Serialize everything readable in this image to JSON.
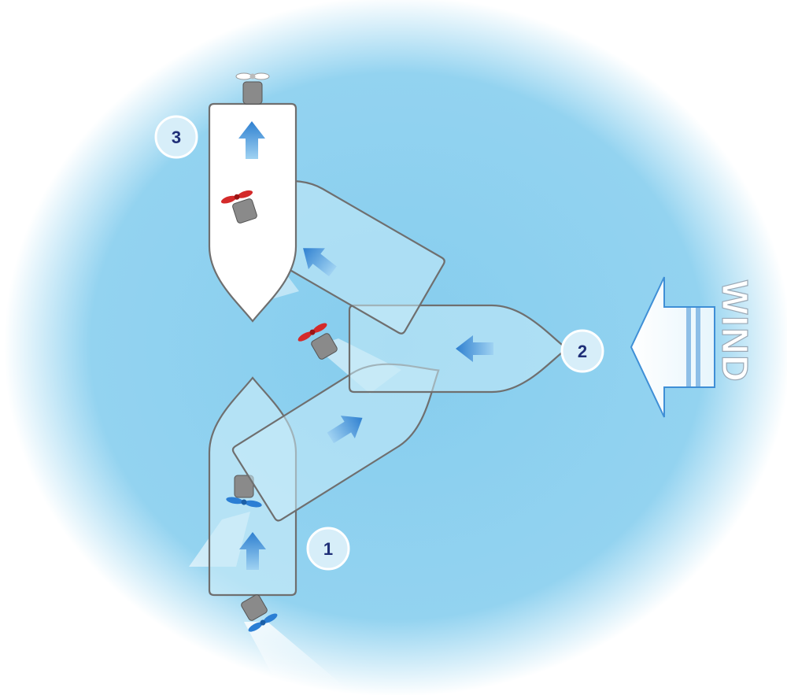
{
  "diagram": {
    "positions": [
      {
        "number": "1"
      },
      {
        "number": "2"
      },
      {
        "number": "3"
      }
    ],
    "wind_label": "WIND",
    "colors": {
      "water": "#8fd0ef",
      "water_edge": "#ffffff",
      "hull_outline": "#6f6f6f",
      "hull_fill_ghost": "#c9ebf8",
      "hull_fill_final": "#ffffff",
      "motion_arrow": "#3f8fd6",
      "number_text": "#1f2f78",
      "number_circle": "#d7eef9",
      "engine": "#8a8a8a",
      "prop_forward": "#2b7ed4",
      "prop_reverse": "#d42a2a",
      "wind_arrow": "#ffffff",
      "wind_arrow_outline": "#3f8fd6"
    },
    "propeller_states": [
      "forward",
      "forward",
      "reverse",
      "reverse",
      "neutral"
    ]
  }
}
